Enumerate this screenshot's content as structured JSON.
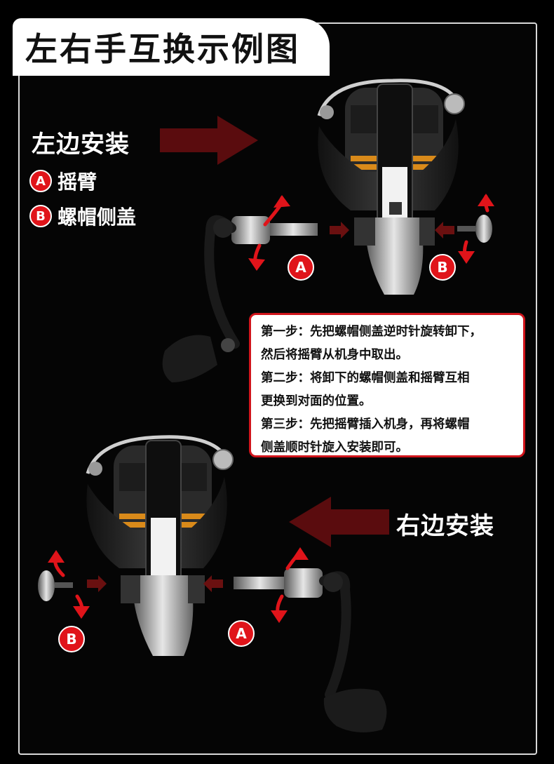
{
  "title": "左右手互换示例图",
  "left_section": {
    "heading": "左边安装",
    "legend": [
      {
        "badge": "A",
        "text": "摇臂"
      },
      {
        "badge": "B",
        "text": "螺帽侧盖"
      }
    ],
    "markers": {
      "a": "A",
      "b": "B"
    }
  },
  "steps": [
    "第一步：先把螺帽侧盖逆时针旋转卸下，",
    "然后将摇臂从机身中取出。",
    "第二步：将卸下的螺帽侧盖和摇臂互相",
    "更换到对面的位置。",
    "第三步：先把摇臂插入机身，再将螺帽",
    "侧盖顺时针旋入安装即可。"
  ],
  "right_section": {
    "heading": "右边安装",
    "markers": {
      "a": "A",
      "b": "B"
    }
  },
  "colors": {
    "accent_red": "#e0141a",
    "arrow_dark_red": "#5a0c0e",
    "gold": "#d98a1a"
  },
  "icons": [
    "direction-arrow-icon",
    "rotate-arrow-icon"
  ]
}
